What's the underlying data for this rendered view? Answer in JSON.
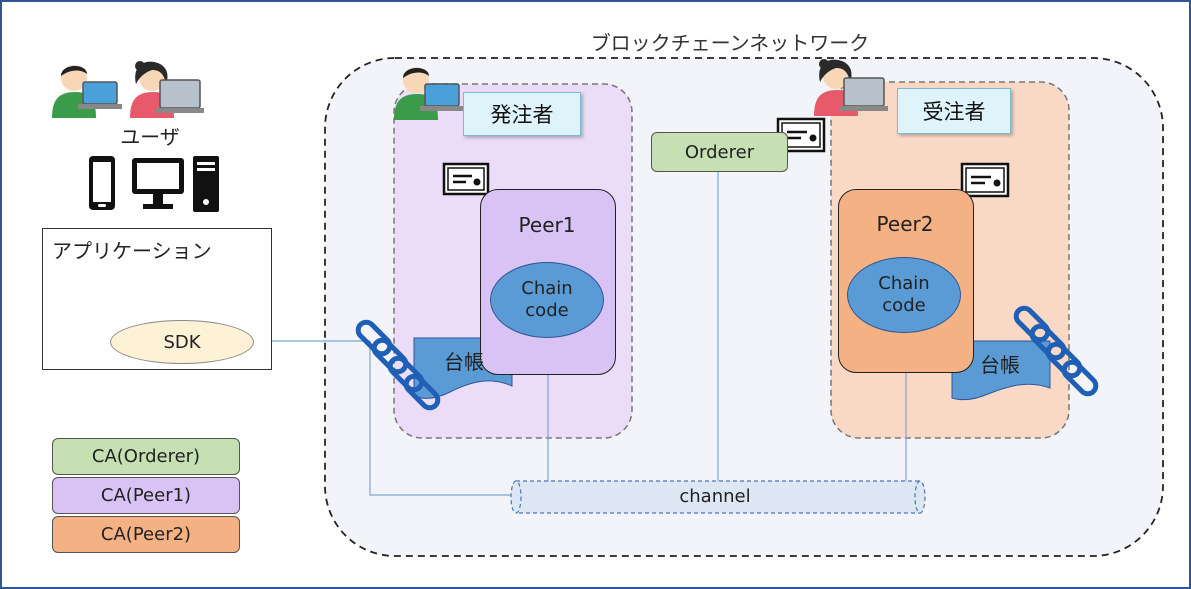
{
  "diagram": {
    "network_title": "ブロックチェーンネットワーク",
    "user_label": "ユーザ",
    "application_label": "アプリケーション",
    "sdk_label": "SDK",
    "orgs": [
      {
        "label": "発注者"
      },
      {
        "label": "受注者"
      }
    ],
    "peers": [
      {
        "label": "Peer1",
        "chaincode": "Chain code",
        "ledger": "台帳"
      },
      {
        "label": "Peer2",
        "chaincode": "Chain code",
        "ledger": "台帳"
      }
    ],
    "orderer_label": "Orderer",
    "channel_label": "channel",
    "ca_legend": [
      {
        "label": "CA(Orderer)",
        "color": "#c6e0b4"
      },
      {
        "label": "CA(Peer1)",
        "color": "#d9c3f5"
      },
      {
        "label": "CA(Peer2)",
        "color": "#f4b183"
      }
    ],
    "colors": {
      "peer1": "#d9c3f5",
      "peer2": "#f4b183",
      "orderer": "#c6e0b4",
      "chaincode": "#5b9bd5",
      "connector": "#5b9bd5",
      "frame": "#2f5597"
    }
  }
}
